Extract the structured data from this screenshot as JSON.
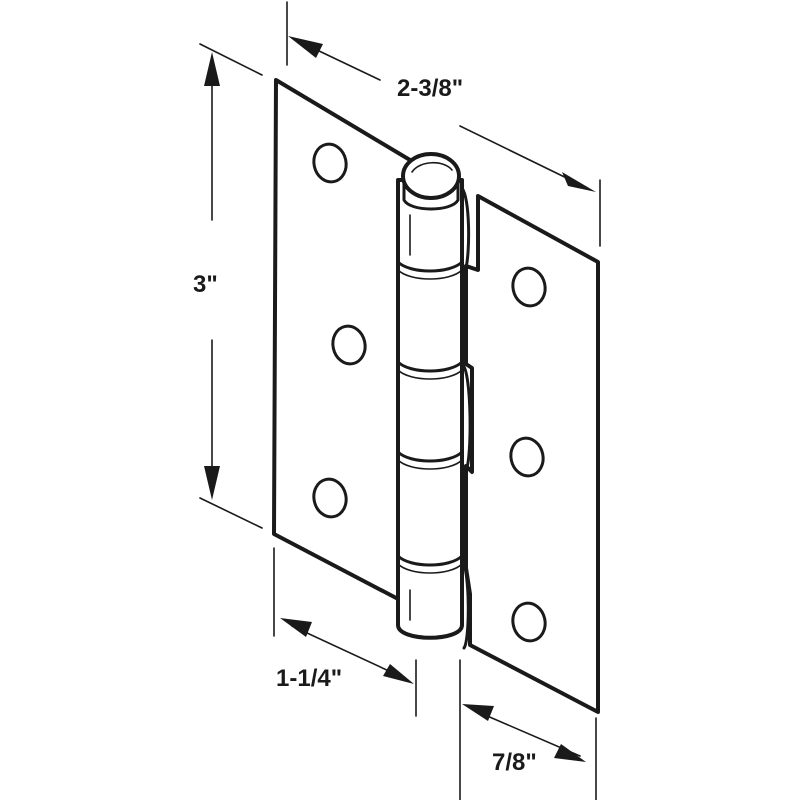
{
  "dimensions": {
    "width_open": "2-3/8\"",
    "height": "3\"",
    "leaf_left": "1-1/4\"",
    "leaf_right": "7/8\""
  },
  "colors": {
    "line": "#1a1a1a",
    "background": "#ffffff"
  }
}
